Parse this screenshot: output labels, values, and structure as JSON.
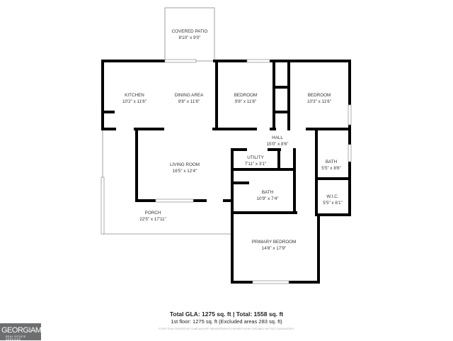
{
  "rooms": {
    "covered_patio": {
      "name": "COVERED PATIO",
      "size": "8'10\" x 9'0\""
    },
    "kitchen": {
      "name": "KITCHEN",
      "size": "10'2\" x 11'6\""
    },
    "dining_area": {
      "name": "DINING AREA",
      "size": "9'8\" x 11'6\""
    },
    "bedroom_1": {
      "name": "BEDROOM",
      "size": "9'8\" x 11'6\""
    },
    "bedroom_2": {
      "name": "BEDROOM",
      "size": "10'3\" x 11'6\""
    },
    "hall": {
      "name": "HALL",
      "size": "15'0\" x 8'6\""
    },
    "living_room": {
      "name": "LIVING ROOM",
      "size": "16'5\" x 12'4\""
    },
    "utility": {
      "name": "UTILITY",
      "size": "7'11\" x 3'1\""
    },
    "bath_1": {
      "name": "BATH",
      "size": "5'5\" x 8'6\""
    },
    "bath_2": {
      "name": "BATH",
      "size": "10'9\" x 7'4\""
    },
    "wic": {
      "name": "W.I.C.",
      "size": "5'5\" x 6'1\""
    },
    "porch": {
      "name": "PORCH",
      "size": "22'5\" x 17'11\""
    },
    "primary_bedroom": {
      "name": "PRIMARY BEDROOM",
      "size": "14'8\" x 17'9\""
    }
  },
  "footer": {
    "totals": "Total GLA: 1275 sq. ft | Total: 1558 sq. ft",
    "floor": "1st floor: 1275 sq. ft (Excluded areas 283 sq. ft)",
    "disclaimer": "FLOOR PLAN CREATED BY CUBICASA APP. MEASUREMENTS DEEMED HIGHLY RELIABLE BUT NOT GUARANTEED."
  },
  "logo": {
    "main": "GEORGIAMLS",
    "sub": "REAL ESTATE SERVICES"
  }
}
